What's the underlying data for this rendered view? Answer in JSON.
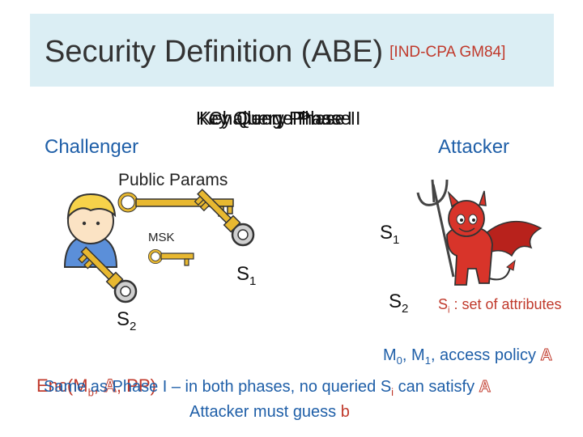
{
  "title": {
    "main": "Security Definition (ABE)",
    "tag": "[IND-CPA GM84]"
  },
  "phase_overlay": [
    "Key Query Phase I",
    "Challenge Phase",
    "Key Query Phase II"
  ],
  "parties": {
    "challenger": "Challenger",
    "attacker": "Attacker"
  },
  "labels": {
    "public_params": "Public Params",
    "msk": "MSK",
    "s1_attacker": "S",
    "s1_attacker_sub": "1",
    "s1_key": "S",
    "s1_key_sub": "1",
    "s2_attacker": "S",
    "s2_attacker_sub": "2",
    "s2_key": "S",
    "s2_key_sub": "2",
    "attr_note_s": "S",
    "attr_note_sub": "i",
    "attr_note_text": " : set of attributes"
  },
  "challenge": {
    "m0": "M",
    "m0_sub": "0",
    "sep1": ", ",
    "m1": "M",
    "m1_sub": "1",
    "rest": ", access policy ",
    "policy_symbol": "A"
  },
  "overlap": {
    "enc_prefix": "Enc(M",
    "enc_sub": "b",
    "enc_suffix": ", ",
    "enc_symbol": "A",
    "enc_end": ", PP)",
    "same_as": "Same as Phase I – in both phases,  no queried S",
    "same_sub": "i",
    "same_end": " can satisfy ",
    "same_symbol": "A"
  },
  "guess": {
    "text": "Attacker must guess ",
    "bit": "b"
  },
  "colors": {
    "title_bg": "#dbeef4",
    "blue": "#1f5fa8",
    "red": "#c0392b",
    "key_gold": "#e8b830",
    "devil_red": "#d8342a"
  },
  "icons": [
    "challenger-avatar-icon",
    "attacker-devil-icon",
    "key-icon"
  ]
}
